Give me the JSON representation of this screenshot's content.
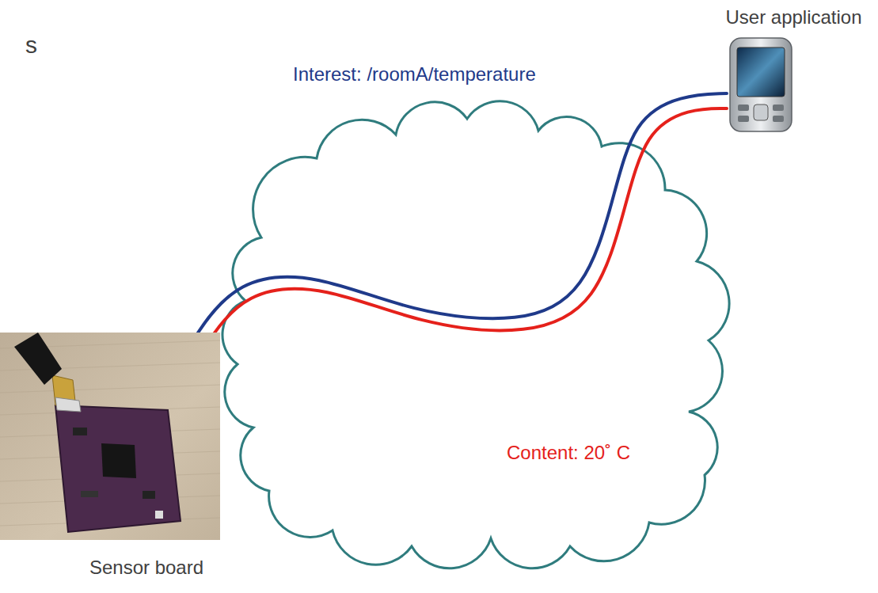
{
  "diagram": {
    "nodes": [
      {
        "text": [
          "User application"
        ]
      },
      {
        "text": [
          "Sensor board"
        ]
      }
    ],
    "edges": [
      {
        "from": 0,
        "to": 1,
        "label": "Interest: /roomA/temperature",
        "arrow": "none"
      },
      {
        "from": 1,
        "to": 0,
        "label": "Content: 20˚ C",
        "arrow": "none"
      }
    ],
    "labels": [
      "s"
    ]
  }
}
